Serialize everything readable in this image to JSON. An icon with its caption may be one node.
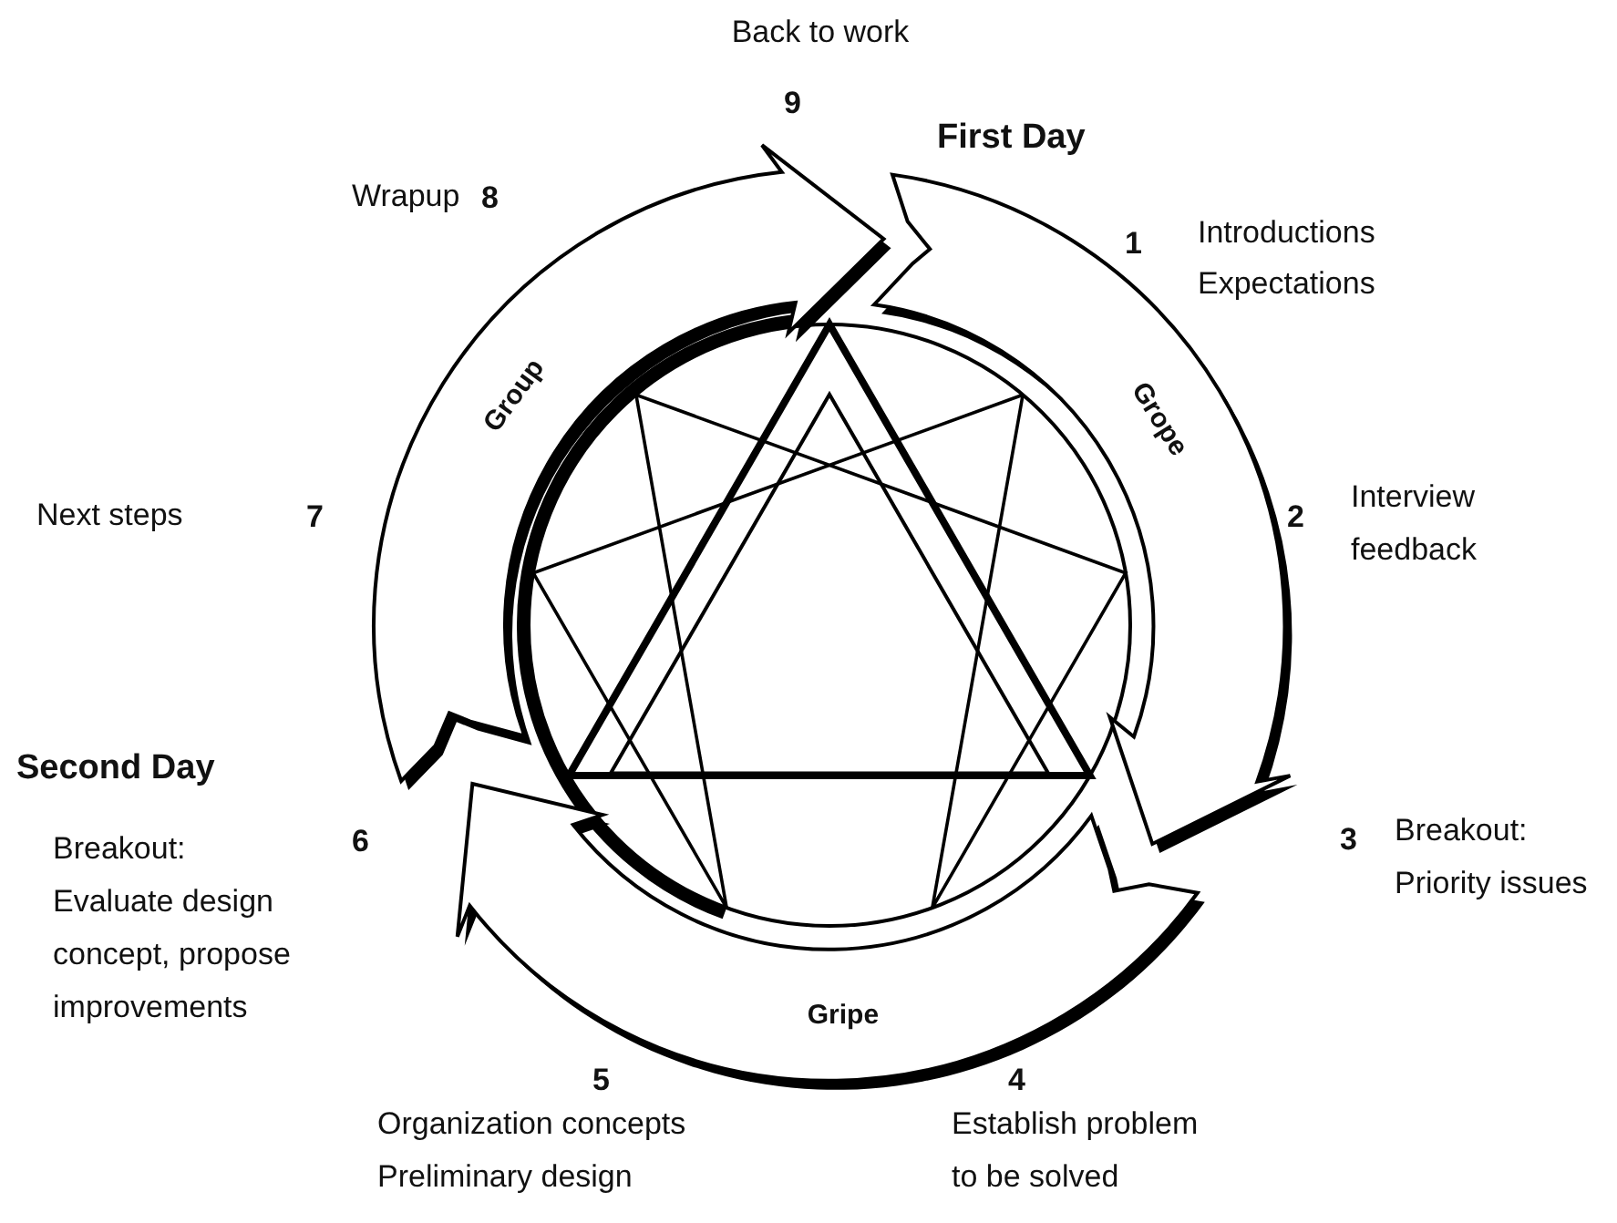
{
  "diagram": {
    "nodes": [
      {
        "text": [
          "Grope"
        ]
      },
      {
        "text": [
          "Gripe"
        ]
      },
      {
        "text": [
          "Group"
        ]
      }
    ],
    "labels": [
      "Back to work",
      "9",
      "First Day",
      "Wrapup",
      "8",
      "1",
      "Introductions",
      "Expectations",
      "Next steps",
      "7",
      "2",
      "Interview feedback",
      "Second Day",
      "6",
      "3",
      "Breakout: Priority issues",
      "Breakout: Evaluate design concept, propose improvements",
      "5",
      "4",
      "Organization concepts",
      "Preliminary design",
      "Establish problem to be solved"
    ]
  }
}
